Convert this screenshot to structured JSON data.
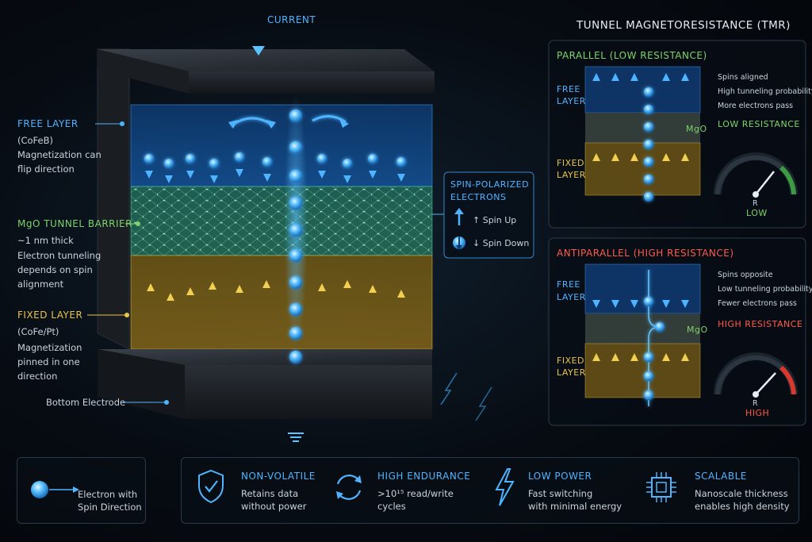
{
  "colors": {
    "accent_blue": "#4fb4ff",
    "green": "#7dd36b",
    "yellow": "#e8c44a",
    "red": "#ff5a4a",
    "background": "#070c13"
  },
  "device": {
    "current_label": "CURRENT",
    "free_layer": {
      "title": "FREE LAYER",
      "material": "(CoFeB)",
      "desc1": "Magnetization can",
      "desc2": "flip direction"
    },
    "barrier": {
      "title": "MgO TUNNEL BARRIER",
      "desc1": "~1 nm thick",
      "desc2": "Electron tunneling",
      "desc3": "depends on spin",
      "desc4": "alignment"
    },
    "fixed_layer": {
      "title": "FIXED LAYER",
      "material": "(CoFe/Pt)",
      "desc1": "Magnetization",
      "desc2": "pinned in one",
      "desc3": "direction"
    },
    "bottom_electrode": "Bottom Electrode"
  },
  "spin_legend": {
    "title1": "SPIN-POLARIZED",
    "title2": "ELECTRONS",
    "spin_up": "↑ Spin Up",
    "spin_down": "↓ Spin Down"
  },
  "tmr": {
    "title": "TUNNEL MAGNETORESISTANCE (TMR)",
    "parallel": {
      "title": "PARALLEL (LOW RESISTANCE)",
      "free": "FREE",
      "layer1": "LAYER",
      "mgo": "MgO",
      "fixed": "FIXED",
      "layer2": "LAYER",
      "note1": "Spins aligned",
      "note2": "High tunneling probability",
      "note3": "More electrons pass",
      "result": "LOW RESISTANCE",
      "gauge_r": "R",
      "gauge_value": "LOW"
    },
    "antiparallel": {
      "title": "ANTIPARALLEL (HIGH RESISTANCE)",
      "free": "FREE",
      "layer1": "LAYER",
      "mgo": "MgO",
      "fixed": "FIXED",
      "layer2": "LAYER",
      "note1": "Spins opposite",
      "note2": "Low tunneling probability",
      "note3": "Fewer electrons pass",
      "result": "HIGH RESISTANCE",
      "gauge_r": "R",
      "gauge_value": "HIGH"
    }
  },
  "footer": {
    "legend": {
      "line1": "Electron with",
      "line2": "Spin Direction"
    },
    "features": [
      {
        "icon": "shield-check-icon",
        "title": "NON-VOLATILE",
        "line1": "Retains data",
        "line2": "without power"
      },
      {
        "icon": "cycle-arrows-icon",
        "title": "HIGH ENDURANCE",
        "line1": ">10¹⁵ read/write",
        "line2": "cycles"
      },
      {
        "icon": "lightning-icon",
        "title": "LOW POWER",
        "line1": "Fast switching",
        "line2": "with minimal energy"
      },
      {
        "icon": "chip-icon",
        "title": "SCALABLE",
        "line1": "Nanoscale thickness",
        "line2": "enables high density"
      }
    ]
  }
}
